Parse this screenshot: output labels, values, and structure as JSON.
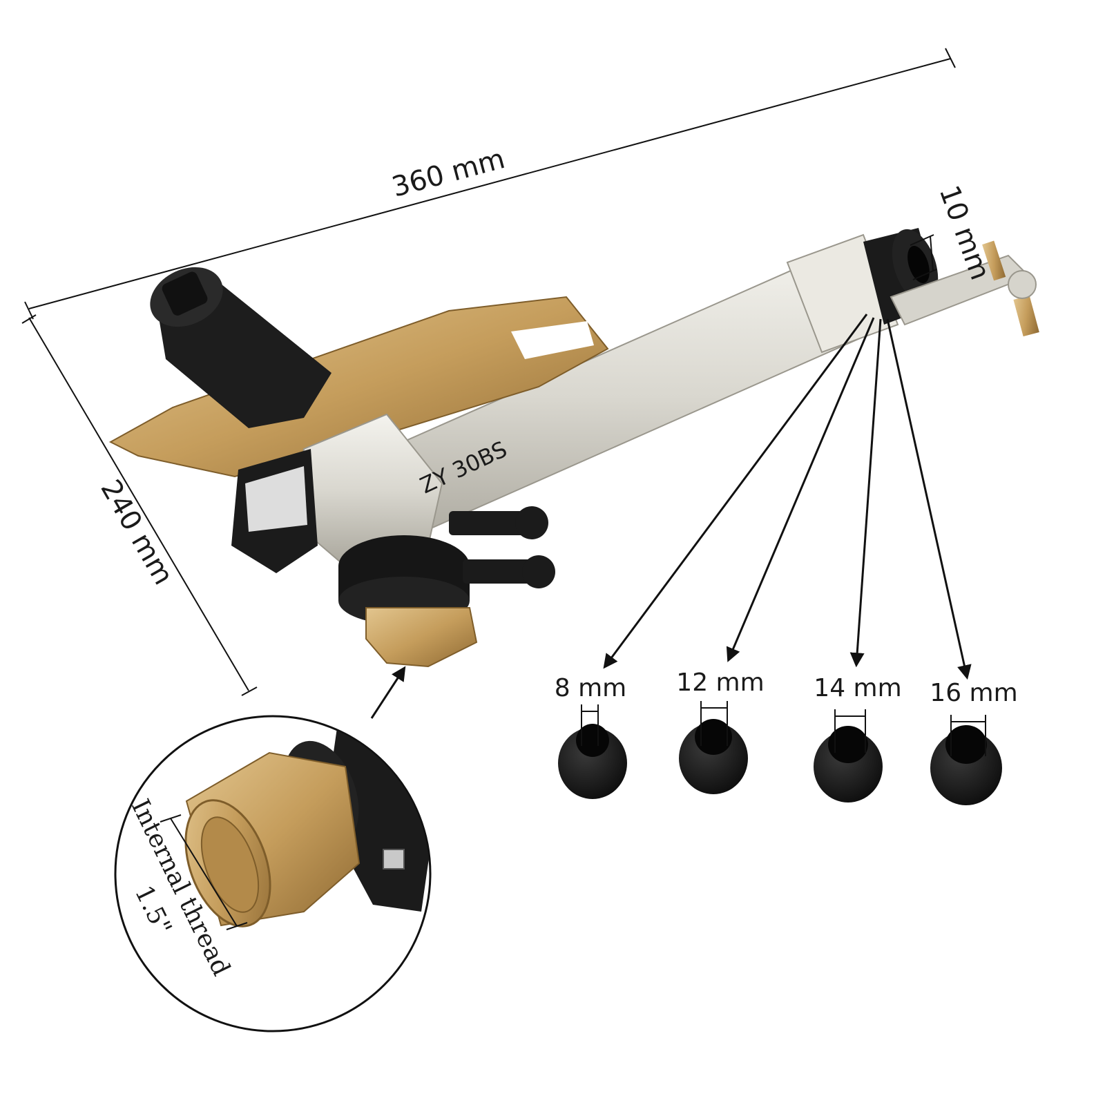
{
  "dimensions": {
    "length": "360 mm",
    "height": "240 mm",
    "outlet": "10 mm"
  },
  "nozzles": [
    {
      "label": "8 mm"
    },
    {
      "label": "12 mm"
    },
    {
      "label": "14 mm"
    },
    {
      "label": "16 mm"
    }
  ],
  "detail": {
    "line1": "Internal thread",
    "line2": "1.5\""
  },
  "body_marking": "ZY 30BS",
  "colors": {
    "body": "#dcdad2",
    "brass": "#c8a262",
    "black": "#1b1b1b",
    "line": "#111111"
  }
}
